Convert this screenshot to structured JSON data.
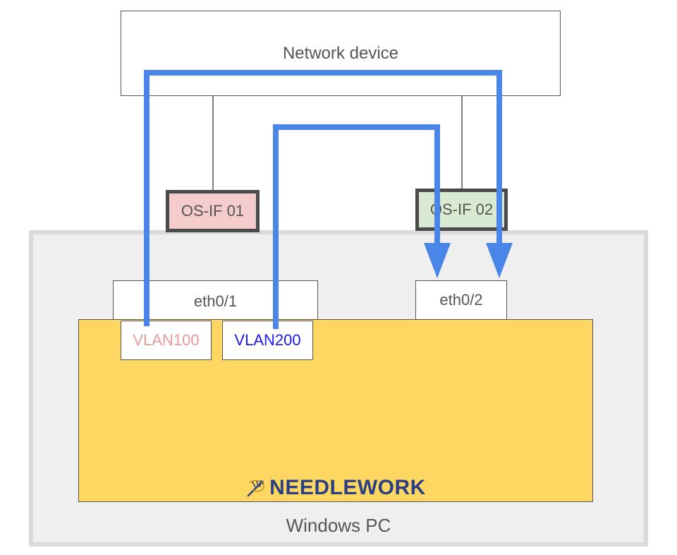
{
  "network_device": {
    "label": "Network device"
  },
  "windows_pc": {
    "label": "Windows PC"
  },
  "os_if_01": {
    "label": "OS-IF 01"
  },
  "os_if_02": {
    "label": "OS-IF 02"
  },
  "eth0_1": {
    "label": "eth0/1"
  },
  "eth0_2": {
    "label": "eth0/2"
  },
  "vlan100": {
    "label": "VLAN100"
  },
  "vlan200": {
    "label": "VLAN200"
  },
  "needlework": {
    "brand": "NEEDLEWORK",
    "logo_icon": "needle-thread-icon"
  },
  "colors": {
    "flow_arrow": "#4a86e8",
    "os_if_01_fill": "#f4cccc",
    "os_if_02_fill": "#d9ead3",
    "needlework_fill": "#fdd762",
    "vlan100_text": "#ea9999",
    "vlan200_text": "#1a1aee",
    "brand_text": "#2b3f83"
  }
}
